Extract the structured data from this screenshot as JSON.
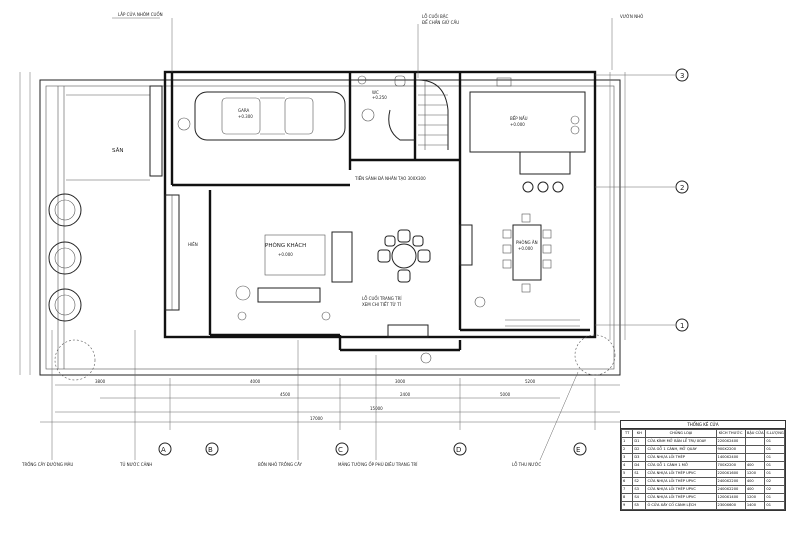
{
  "plan": {
    "callouts_top": {
      "garage_door": "LẮP CỬA NHÔM CUỐN",
      "stair_note_1": "LỖ CUỐI BẬC",
      "stair_note_2": "ĐỂ CHẮN GIỮ CẦU",
      "kitchen_door": "VƯỜN NHỎ"
    },
    "rooms": {
      "garage": "GARA",
      "garage_level": "+0.300",
      "yard": "SÂN",
      "wc": "WC",
      "wc_level": "+0.250",
      "living": "PHÒNG KHÁCH",
      "living_level": "+0.000",
      "kitchen": "BẾP NẤU",
      "kitchen_level": "+0.000",
      "dining": "PHÒNG ĂN",
      "dining_level": "+0.000",
      "porch": "HIÊN",
      "mid_note": "TIỀN SẢNH ĐÁ NHÂN TẠO 300X300",
      "stair_note": "LỖ CUỐI TRANG TRÍ",
      "stair_note_2": "XEM CHI TIẾT TỪ TÍ"
    },
    "axes_right": [
      "3",
      "2",
      "1"
    ],
    "axes_bottom": [
      "A",
      "B",
      "C",
      "D",
      "E"
    ],
    "callouts_bottom": [
      "TRỒNG CÂY ĐƯỜNG MÀU",
      "TỦ NƯỚC CẢNH",
      "BỒN NHỎ TRỒNG CÂY",
      "MẢNG TƯỜNG ỐP PHÙ ĐIÊU TRANG TRÍ",
      "LỖ THU NƯỚC"
    ],
    "dims_bottom": {
      "row1": [
        "3800",
        "4000",
        "3000",
        "5200"
      ],
      "row2": [
        "4500",
        "2400",
        "5000"
      ],
      "total1": "15000",
      "total2": "17000"
    }
  },
  "schedule": {
    "title": "THỐNG KÊ CỬA",
    "headers": [
      "TT",
      "KH",
      "CHỦNG LOẠI",
      "KÍCH THƯỚC",
      "BẬU CỬA",
      "S.LƯỢNG"
    ],
    "rows": [
      [
        "1",
        "D1",
        "CỬA KÍNH MỞ BẢN LỀ TRỤ XOAY",
        "2200X2400",
        "",
        "01"
      ],
      [
        "2",
        "D2",
        "CỬA GỖ 1 CÁNH, MỞ QUAY",
        "900X2200",
        "",
        "01"
      ],
      [
        "3",
        "D3",
        "CỬA NHỰA LÕI THÉP",
        "1400X2400",
        "",
        "01"
      ],
      [
        "4",
        "D4",
        "CỬA GỖ 1 CÁNH 1 MỞ",
        "700X2200",
        "400",
        "01"
      ],
      [
        "5",
        "S1",
        "CỬA NHỰA LÕI THÉP UPVC",
        "2200X1600",
        "1200",
        "01"
      ],
      [
        "6",
        "S2",
        "CỬA NHỰA LÕI THÉP UPVC",
        "2400X2200",
        "400",
        "02"
      ],
      [
        "7",
        "S3",
        "CỬA NHỰA LÕI THÉP UPVC",
        "2400X2200",
        "400",
        "02"
      ],
      [
        "8",
        "S4",
        "CỬA NHỰA LÕI THÉP UPVC",
        "1200X1400",
        "1200",
        "01"
      ],
      [
        "9",
        "S5",
        "Ô CỬA XÂY CỐ CÁNH LỆCH",
        "2300X600",
        "1400",
        "01"
      ]
    ]
  }
}
